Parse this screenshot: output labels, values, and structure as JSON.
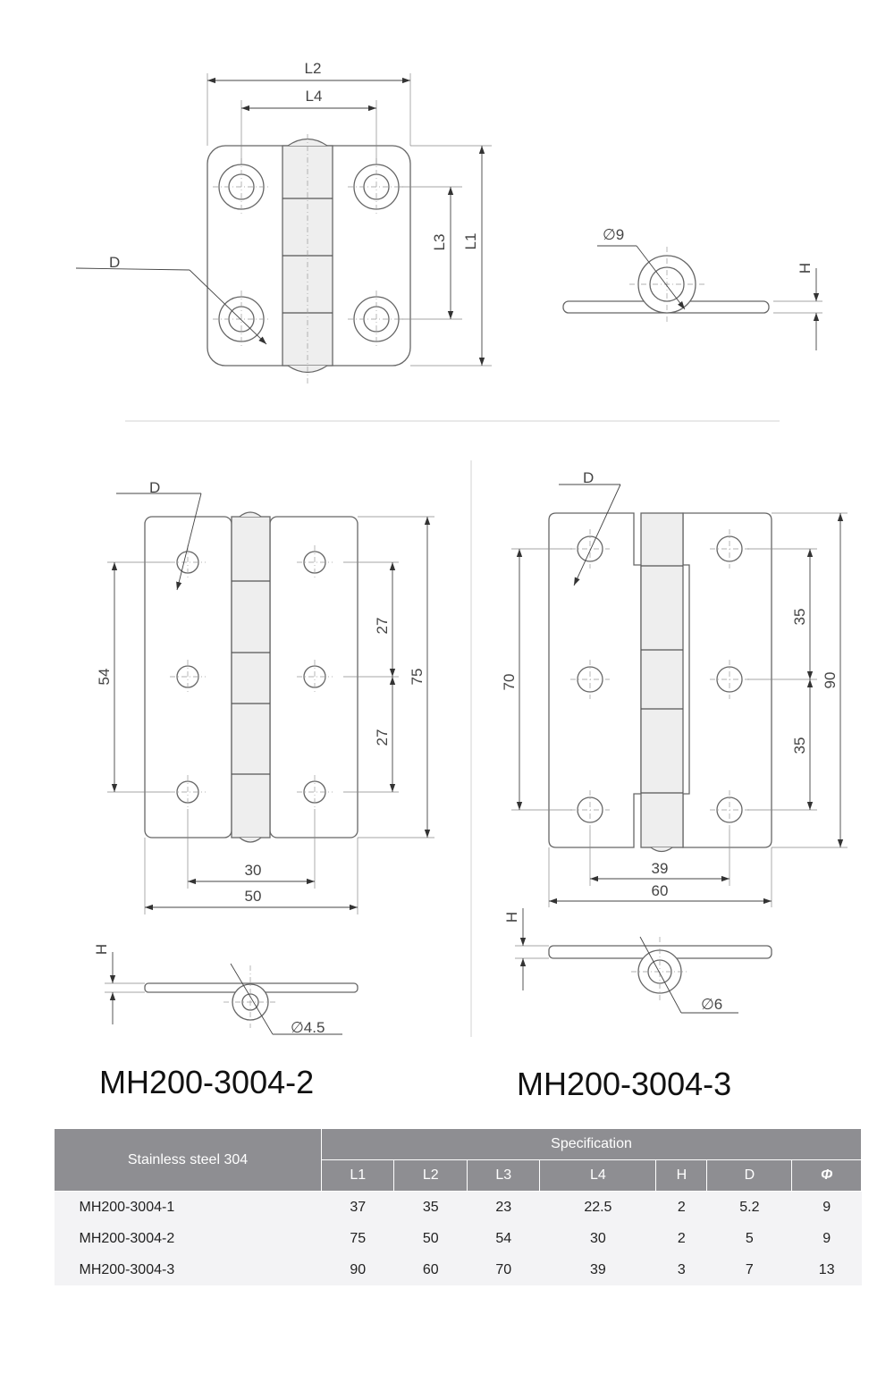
{
  "drawing_labels": {
    "top_view": {
      "l2": "L2",
      "l4": "L4",
      "l3": "L3",
      "l1": "L1",
      "d": "D"
    },
    "top_side": {
      "dia": "∅9",
      "h": "H"
    },
    "mh2": {
      "d": "D",
      "w_inner": "30",
      "w_outer": "50",
      "h_left": "54",
      "h_a": "27",
      "h_b": "27",
      "h_total": "75",
      "side_h": "H",
      "side_dia": "∅4.5"
    },
    "mh3": {
      "d": "D",
      "w_inner": "39",
      "w_outer": "60",
      "h_left": "70",
      "h_a": "35",
      "h_b": "35",
      "h_total": "90",
      "side_h": "H",
      "side_dia": "∅6"
    }
  },
  "models": {
    "mh2": "MH200-3004-2",
    "mh3": "MH200-3004-3"
  },
  "table": {
    "corner": "Stainless steel 304",
    "group": "Specification",
    "columns": [
      "L1",
      "L2",
      "L3",
      "L4",
      "H",
      "D",
      "Φ"
    ],
    "rows": [
      {
        "name": "MH200-3004-1",
        "cells": [
          "37",
          "35",
          "23",
          "22.5",
          "2",
          "5.2",
          "9"
        ]
      },
      {
        "name": "MH200-3004-2",
        "cells": [
          "75",
          "50",
          "54",
          "30",
          "2",
          "5",
          "9"
        ]
      },
      {
        "name": "MH200-3004-3",
        "cells": [
          "90",
          "60",
          "70",
          "39",
          "3",
          "7",
          "13"
        ]
      }
    ]
  }
}
